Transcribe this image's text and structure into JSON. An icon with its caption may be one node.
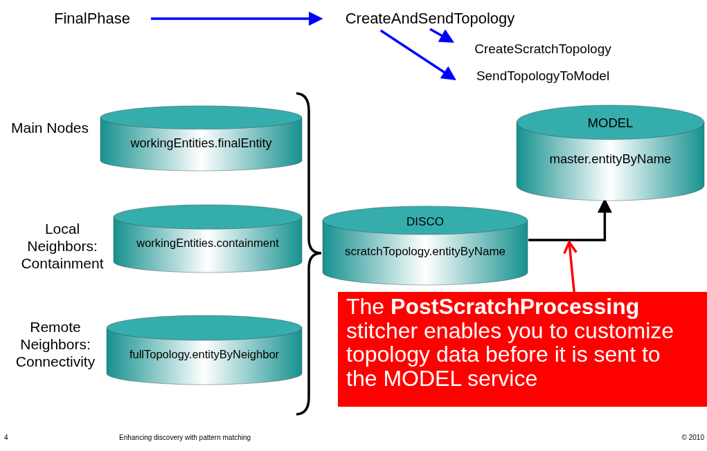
{
  "diagram": {
    "nodes": [
      {
        "text": [
          "FinalPhase"
        ]
      },
      {
        "text": [
          "CreateAndSendTopology"
        ]
      },
      {
        "text": [
          "CreateScratchTopology"
        ]
      },
      {
        "text": [
          "SendTopologyToModel"
        ]
      },
      {
        "text": [
          "workingEntities.finalEntity"
        ],
        "beside": [
          "Main Nodes"
        ]
      },
      {
        "text": [
          "workingEntities.containment"
        ],
        "beside": [
          "Local Neighbors: Containment"
        ]
      },
      {
        "text": [
          "fullTopology.entityByNeighbor"
        ],
        "beside": [
          "Remote Neighbors: Connectivity"
        ]
      },
      {
        "text": [
          "DISCO",
          "scratchTopology.entityByName"
        ]
      },
      {
        "text": [
          "MODEL",
          "master.entityByName"
        ]
      },
      {
        "text": [
          "The **PostScratchProcessing** stitcher enables you to customize topology data before it is sent to the MODEL service"
        ]
      }
    ],
    "edges": [
      {
        "from": 0,
        "to": 1,
        "arrow": "to"
      },
      {
        "from": 1,
        "to": 2,
        "arrow": "to"
      },
      {
        "from": 1,
        "to": 3,
        "arrow": "to"
      },
      {
        "from": 7,
        "to": 8,
        "arrow": "to",
        "color": "#000000"
      },
      {
        "from": 9,
        "to": null,
        "arrow": "to",
        "color": "#ff0000"
      }
    ],
    "labels": [
      "4",
      "Enhancing discovery with pattern matching",
      "© 2010"
    ]
  }
}
